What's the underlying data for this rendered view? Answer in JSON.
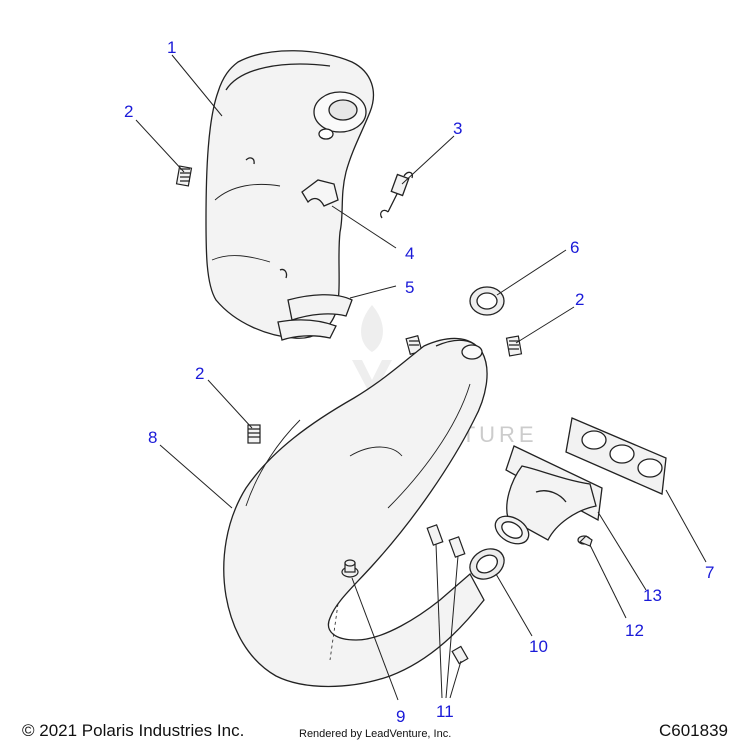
{
  "callouts": [
    "1",
    "2",
    "3",
    "4",
    "5",
    "6",
    "2",
    "2",
    "8",
    "7",
    "13",
    "12",
    "10",
    "9",
    "11"
  ],
  "watermark": "LEADVENTURE",
  "footer": {
    "copyright": "© 2021 Polaris Industries Inc.",
    "rendered_by": "Rendered by LeadVenture, Inc.",
    "diagram_code": "C601839"
  },
  "colors": {
    "callout": "#1a1ad8",
    "outline": "#222222",
    "part_fill": "#f3f3f3"
  }
}
